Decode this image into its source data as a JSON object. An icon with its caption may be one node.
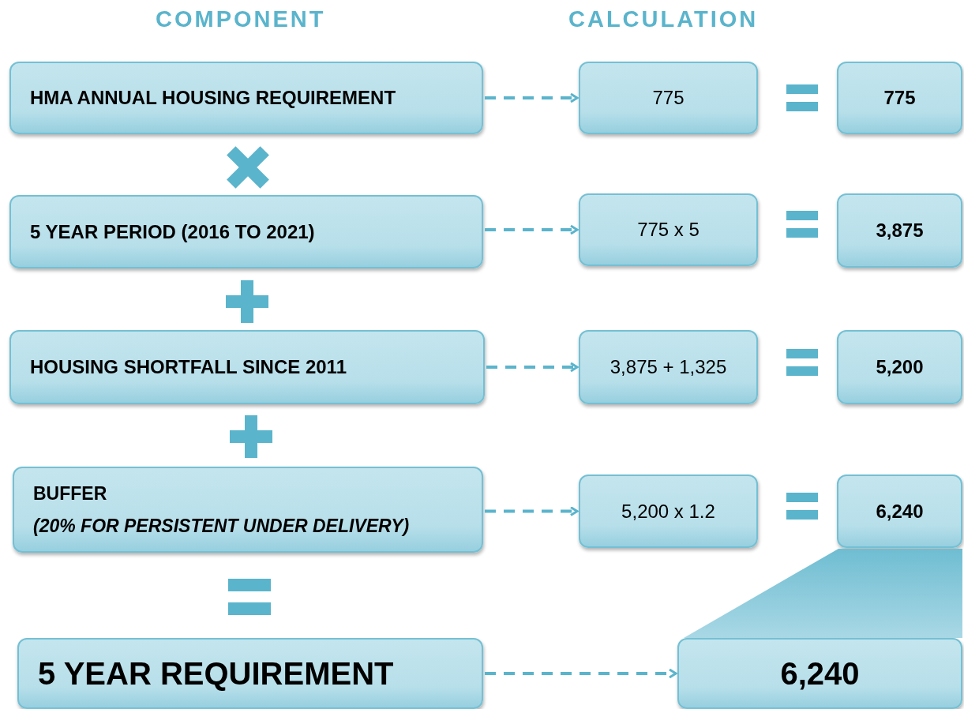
{
  "diagram": {
    "nodes": [
      {
        "text": [
          "HMA ANNUAL HOUSING REQUIREMENT"
        ]
      },
      {
        "text": [
          "775"
        ]
      },
      {
        "text": [
          "775"
        ]
      },
      {
        "text": [
          "5 YEAR PERIOD (2016 TO 2021)"
        ]
      },
      {
        "text": [
          "775 x 5"
        ]
      },
      {
        "text": [
          "3,875"
        ]
      },
      {
        "text": [
          "HOUSING SHORTFALL SINCE 2011"
        ]
      },
      {
        "text": [
          "3,875 + 1,325"
        ]
      },
      {
        "text": [
          "5,200"
        ]
      },
      {
        "text": [
          "BUFFER",
          "(20% FOR PERSISTENT UNDER DELIVERY)"
        ]
      },
      {
        "text": [
          "5,200 x 1.2"
        ]
      },
      {
        "text": [
          "6,240"
        ]
      },
      {
        "text": [
          "5 YEAR REQUIREMENT"
        ]
      },
      {
        "text": [
          "6,240"
        ]
      },
      {
        "text": [],
        "shape": "wedge"
      }
    ],
    "edges": [
      {
        "from": 0,
        "to": 1,
        "arrow": "to",
        "style": "dashed"
      },
      {
        "from": 3,
        "to": 4,
        "arrow": "to",
        "style": "dashed"
      },
      {
        "from": 6,
        "to": 7,
        "arrow": "to",
        "style": "dashed"
      },
      {
        "from": 9,
        "to": 10,
        "arrow": "to",
        "style": "dashed"
      },
      {
        "from": 12,
        "to": 13,
        "arrow": "to",
        "style": "dashed"
      }
    ],
    "labels": [
      "COMPONENT",
      "CALCULATION"
    ]
  }
}
